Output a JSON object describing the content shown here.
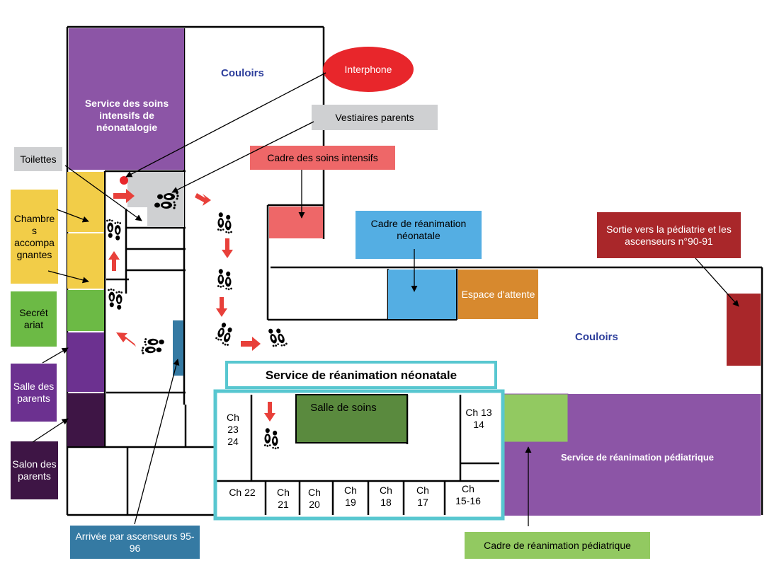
{
  "colors": {
    "neonat_purple": "#8c55a6",
    "parents_purple": "#6c3190",
    "salon_dark": "#3e1545",
    "gray_label": "#cfd0d2",
    "yellow": "#f2cd48",
    "green_secretariat": "#6cba45",
    "interphone_red": "#e8262b",
    "cadre_red": "#ee6768",
    "cadre_blue": "#54aee3",
    "attente_orange": "#d7892e",
    "sortie_darkred": "#a9272a",
    "teal": "#58c7d0",
    "salle_green": "#5a8a3e",
    "light_green": "#92c961",
    "ascenseur_blue": "#357aa3",
    "arrow_red": "#e8403a"
  },
  "labels": {
    "corridor_top": "Couloirs",
    "corridor_right": "Couloirs",
    "neonat_service": "Service des soins intensifs de néonatalogie",
    "interphone": "Interphone",
    "vestiaires": "Vestiaires parents",
    "toilettes": "Toilettes",
    "cadre_soins_intensifs": "Cadre des soins intensifs",
    "chambres": "Chambre s accompa gnantes",
    "secretariat": "Secrét ariat",
    "salle_parents": "Salle des parents",
    "salon_parents": "Salon des parents",
    "cadre_reanimation_neonatale": "Cadre de réanimation néonatale",
    "espace_attente": "Espace d'attente",
    "sortie": "Sortie vers la pédiatrie et les ascenseurs n°90-91",
    "service_reanimation_neonatale": "Service de réanimation néonatale",
    "salle_soins": "Salle de soins",
    "service_reanimation_pediatrique": "Service de réanimation pédiatrique",
    "cadre_reanimation_pediatrique": "Cadre de réanimation pédiatrique",
    "arrivee": "Arrivée par ascenseurs 95-96"
  },
  "rooms": {
    "ch23_24": "Ch 23 24",
    "ch13_14": "Ch 13 14",
    "ch22": "Ch 22",
    "ch21": "Ch 21",
    "ch20": "Ch 20",
    "ch19": "Ch 19",
    "ch18": "Ch 18",
    "ch17": "Ch 17",
    "ch15_16": "Ch 15-16"
  }
}
